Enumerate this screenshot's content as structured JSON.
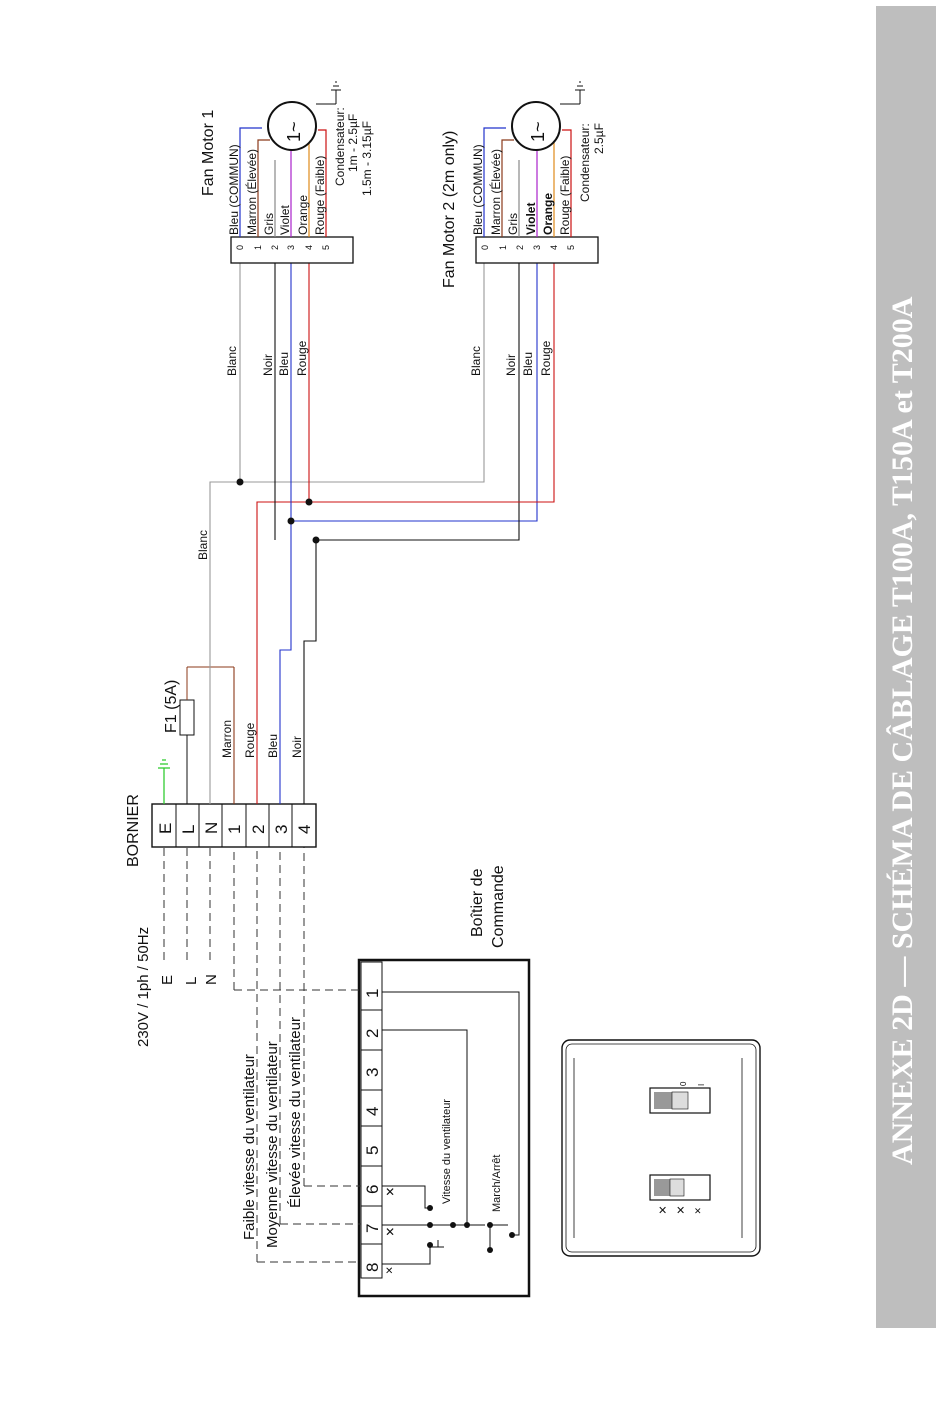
{
  "side_title": "ANNEXE 2D — SCHÉMA DE CÂBLAGE T100A, T150A et T200A",
  "supply": {
    "label": "230V / 1ph / 50Hz",
    "lines": [
      "E",
      "L",
      "N"
    ]
  },
  "bornier": {
    "title": "BORNIER",
    "terminals": [
      "E",
      "L",
      "N",
      "1",
      "2",
      "3",
      "4"
    ]
  },
  "fuse": {
    "label": "F1 (5A)"
  },
  "wire_labels": {
    "marron": "Marron",
    "rouge": "Rouge",
    "bleu": "Bleu",
    "noir": "Noir",
    "blanc": "Blanc"
  },
  "control_box": {
    "title_line1": "Boîtier de",
    "title_line2": "Commande",
    "terminals": [
      "1",
      "2",
      "3",
      "4",
      "5",
      "6",
      "7",
      "8"
    ],
    "speed_label": "Vitesse du ventilateur",
    "onoff_label": "March/Arrêt",
    "switch_marks": [
      "0",
      "I"
    ]
  },
  "speeds": {
    "low": "Faible vitesse du ventilateur",
    "medium": "Moyenne vitesse du ventilateur",
    "high": "Élevée vitesse du ventilateur"
  },
  "motor1": {
    "title": "Fan Motor 1",
    "pins": [
      "0",
      "1",
      "2",
      "3",
      "4",
      "5"
    ],
    "leads": [
      "Bleu (COMMUN)",
      "Marron (Élevée)",
      "Gris",
      "Violet",
      "Orange",
      "Rouge (Faible)"
    ],
    "symbol": "1~",
    "cap_title": "Condensateur:",
    "cap_line1": "1m - 2.5µF",
    "cap_line2": "1.5m - 3.15µF",
    "wires": {
      "blanc": "Blanc",
      "noir": "Noir",
      "bleu": "Bleu",
      "rouge": "Rouge"
    }
  },
  "motor2": {
    "title": "Fan Motor 2 (2m only)",
    "pins": [
      "0",
      "1",
      "2",
      "3",
      "4",
      "5"
    ],
    "leads": [
      "Bleu (COMMUN)",
      "Marron (Élevée)",
      "Gris",
      "Violet",
      "Orange",
      "Rouge (Faible)"
    ],
    "symbol": "1~",
    "cap_title": "Condensateur:",
    "cap_line1": "2.5µF",
    "wires": {
      "blanc": "Blanc",
      "noir": "Noir",
      "bleu": "Bleu",
      "rouge": "Rouge"
    }
  },
  "colors": {
    "blue": "#2233cc",
    "red": "#cc1111",
    "brown": "#8b3a1a",
    "green": "#33cc33",
    "violet": "#aa22cc",
    "orange": "#e08a1a",
    "grey": "#888888",
    "black": "#111111"
  }
}
